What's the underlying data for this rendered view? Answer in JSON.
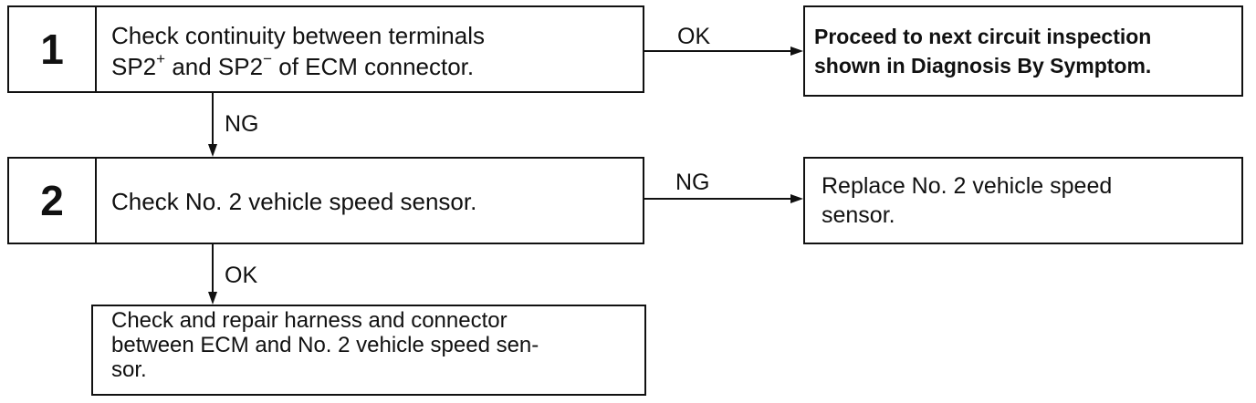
{
  "steps": [
    {
      "number": "1",
      "line1": "Check continuity between terminals",
      "line2": {
        "a": "SP2",
        "sup_a": "+",
        "mid": " and SP2",
        "sup_b": "−",
        "end": " of ECM connector."
      }
    },
    {
      "number": "2",
      "text": "Check No. 2 vehicle speed sensor."
    }
  ],
  "branches": {
    "step1_ok": "OK",
    "step1_ng": "NG",
    "step2_ng": "NG",
    "step2_ok": "OK"
  },
  "results": {
    "step1_ok": {
      "line1": "Proceed to next circuit inspection",
      "line2": "shown in Diagnosis By Symptom."
    },
    "step2_ng": {
      "line1": "Replace No. 2 vehicle speed",
      "line2": "sensor."
    },
    "step2_ok": {
      "line1": "Check and repair harness and connector",
      "line2": "between ECM and No. 2 vehicle speed sen-",
      "line3": "sor."
    }
  },
  "colors": {
    "line": "#111111",
    "background": "#ffffff"
  }
}
